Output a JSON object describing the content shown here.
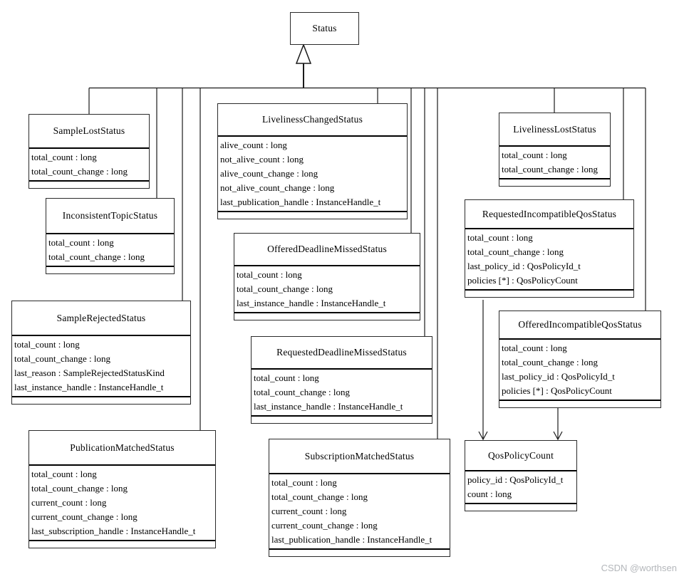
{
  "watermark": "CSDN @worthsen",
  "colors": {
    "background": "#ffffff",
    "line": "#1a1a1a",
    "watermark": "#b4b7bb"
  },
  "classes": [
    {
      "name": "Status",
      "attrs": []
    },
    {
      "name": "SampleLostStatus",
      "attrs": [
        "total_count : long",
        "total_count_change : long"
      ]
    },
    {
      "name": "InconsistentTopicStatus",
      "attrs": [
        "total_count : long",
        "total_count_change : long"
      ]
    },
    {
      "name": "SampleRejectedStatus",
      "attrs": [
        "total_count : long",
        "total_count_change : long",
        "last_reason : SampleRejectedStatusKind",
        "last_instance_handle : InstanceHandle_t"
      ]
    },
    {
      "name": "PublicationMatchedStatus",
      "attrs": [
        "total_count : long",
        "total_count_change : long",
        "current_count : long",
        "current_count_change : long",
        "last_subscription_handle : InstanceHandle_t"
      ]
    },
    {
      "name": "LivelinessChangedStatus",
      "attrs": [
        "alive_count : long",
        "not_alive_count : long",
        "alive_count_change : long",
        "not_alive_count_change : long",
        "last_publication_handle : InstanceHandle_t"
      ]
    },
    {
      "name": "OfferedDeadlineMissedStatus",
      "attrs": [
        "total_count : long",
        "total_count_change : long",
        "last_instance_handle : InstanceHandle_t"
      ]
    },
    {
      "name": "RequestedDeadlineMissedStatus",
      "attrs": [
        "total_count : long",
        "total_count_change : long",
        "last_instance_handle : InstanceHandle_t"
      ]
    },
    {
      "name": "SubscriptionMatchedStatus",
      "attrs": [
        "total_count : long",
        "total_count_change : long",
        "current_count : long",
        "current_count_change : long",
        "last_publication_handle : InstanceHandle_t"
      ]
    },
    {
      "name": "LivelinessLostStatus",
      "attrs": [
        "total_count : long",
        "total_count_change : long"
      ]
    },
    {
      "name": "RequestedIncompatibleQosStatus",
      "attrs": [
        "total_count : long",
        "total_count_change : long",
        "last_policy_id : QosPolicyId_t",
        "policies [*] : QosPolicyCount"
      ]
    },
    {
      "name": "OfferedIncompatibleQosStatus",
      "attrs": [
        "total_count : long",
        "total_count_change : long",
        "last_policy_id : QosPolicyId_t",
        "policies [*] : QosPolicyCount"
      ]
    },
    {
      "name": "QosPolicyCount",
      "attrs": [
        "policy_id : QosPolicyId_t",
        "count : long"
      ]
    }
  ],
  "relationships": [
    {
      "type": "generalization",
      "parent": "Status",
      "children": [
        "SampleLostStatus",
        "InconsistentTopicStatus",
        "SampleRejectedStatus",
        "PublicationMatchedStatus",
        "LivelinessChangedStatus",
        "OfferedDeadlineMissedStatus",
        "RequestedDeadlineMissedStatus",
        "SubscriptionMatchedStatus",
        "LivelinessLostStatus",
        "RequestedIncompatibleQosStatus",
        "OfferedIncompatibleQosStatus"
      ]
    },
    {
      "type": "association",
      "from": "RequestedIncompatibleQosStatus",
      "to": "QosPolicyCount"
    },
    {
      "type": "association",
      "from": "OfferedIncompatibleQosStatus",
      "to": "QosPolicyCount"
    }
  ]
}
